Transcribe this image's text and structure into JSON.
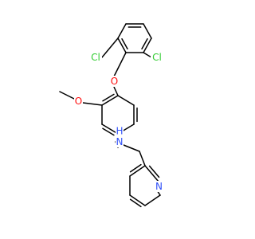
{
  "molecule": {
    "atoms": {
      "cl_left": {
        "symbol": "Cl",
        "color": "#33cc33"
      },
      "cl_right": {
        "symbol": "Cl",
        "color": "#33cc33"
      },
      "o_ether": {
        "symbol": "O",
        "color": "#ff0d0d"
      },
      "o_methoxy": {
        "symbol": "O",
        "color": "#ff0d0d"
      },
      "nh_amine": {
        "symbol": "H",
        "color": "#3050f8"
      },
      "n_amine": {
        "symbol": "N",
        "color": "#3050f8"
      },
      "n_pyridine": {
        "symbol": "N",
        "color": "#3050f8"
      }
    },
    "bond_color": "#000000"
  }
}
